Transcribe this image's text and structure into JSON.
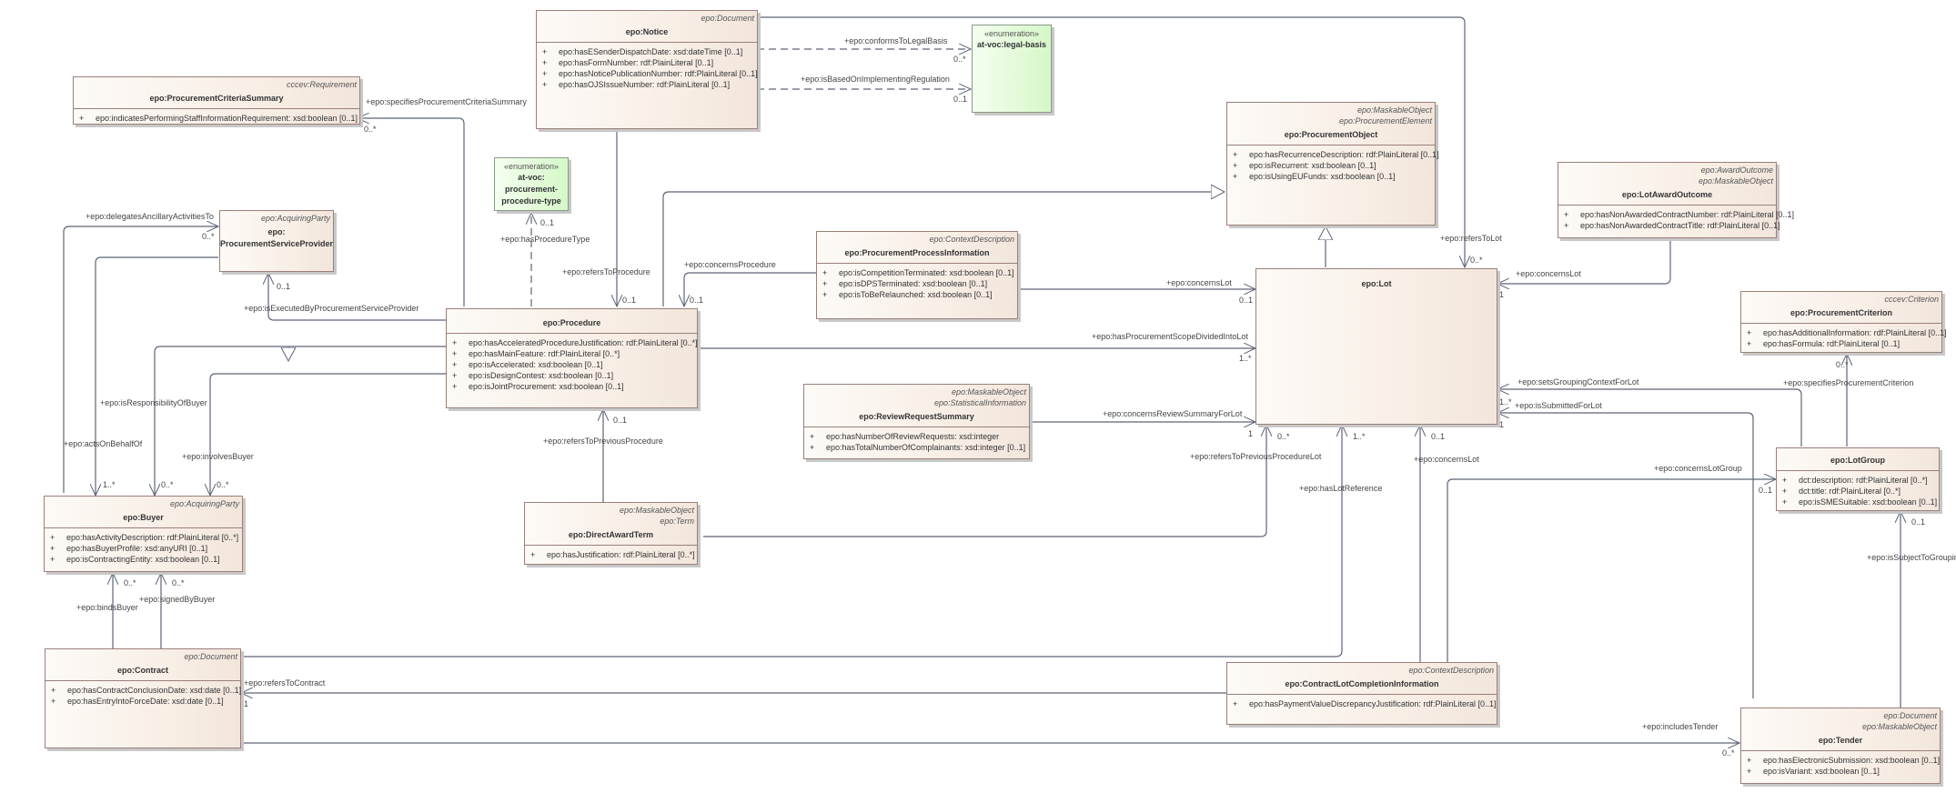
{
  "classes": {
    "notice": {
      "stereotypes": [
        "epo:Document"
      ],
      "name": "epo:Notice",
      "attributes": [
        {
          "vis": "+",
          "text": "epo:hasESenderDispatchDate: xsd:dateTime [0..1]"
        },
        {
          "vis": "+",
          "text": "epo:hasFormNumber: rdf:PlainLiteral [0..1]"
        },
        {
          "vis": "+",
          "text": "epo:hasNoticePublicationNumber: rdf:PlainLiteral [0..1]"
        },
        {
          "vis": "+",
          "text": "epo:hasOJSIssueNumber: rdf:PlainLiteral [0..1]"
        }
      ]
    },
    "legal_basis": {
      "stereotype": "«enumeration»",
      "name": "at-voc:legal-basis"
    },
    "procurement_criteria_summary": {
      "stereotypes": [
        "cccev:Requirement"
      ],
      "name": "epo:ProcurementCriteriaSummary",
      "attributes": [
        {
          "vis": "+",
          "text": "epo:indicatesPerformingStaffInformationRequirement: xsd:boolean [0..1]"
        }
      ]
    },
    "procedure_type": {
      "stereotype": "«enumeration»",
      "name_lines": [
        "at-voc:",
        "procurement-",
        "procedure-type"
      ]
    },
    "procurement_service_provider": {
      "stereotypes": [
        "epo:AcquiringParty"
      ],
      "name_lines": [
        "epo:",
        "ProcurementServiceProvider"
      ]
    },
    "procurement_object": {
      "stereotypes": [
        "epo:MaskableObject",
        "epo:ProcurementElement"
      ],
      "name": "epo:ProcurementObject",
      "attributes": [
        {
          "vis": "+",
          "text": "epo:hasRecurrenceDescription: rdf:PlainLiteral [0..1]"
        },
        {
          "vis": "+",
          "text": "epo:isRecurrent: xsd:boolean [0..1]"
        },
        {
          "vis": "+",
          "text": "epo:isUsingEUFunds: xsd:boolean [0..1]"
        }
      ]
    },
    "lot_award_outcome": {
      "stereotypes": [
        "epo:AwardOutcome",
        "epo:MaskableObject"
      ],
      "name": "epo:LotAwardOutcome",
      "attributes": [
        {
          "vis": "+",
          "text": "epo:hasNonAwardedContractNumber: rdf:PlainLiteral [0..1]"
        },
        {
          "vis": "+",
          "text": "epo:hasNonAwardedContractTitle: rdf:PlainLiteral [0..1]"
        }
      ]
    },
    "procurement_process_information": {
      "stereotypes": [
        "epo:ContextDescription"
      ],
      "name": "epo:ProcurementProcessInformation",
      "attributes": [
        {
          "vis": "+",
          "text": "epo:isCompetitionTerminated: xsd:boolean [0..1]"
        },
        {
          "vis": "+",
          "text": "epo:isDPSTerminated: xsd:boolean [0..1]"
        },
        {
          "vis": "+",
          "text": "epo:isToBeRelaunched: xsd:boolean [0..1]"
        }
      ]
    },
    "procedure": {
      "stereotypes": [],
      "name": "epo:Procedure",
      "attributes": [
        {
          "vis": "+",
          "text": "epo:hasAcceleratedProcedureJustification: rdf:PlainLiteral [0..*]"
        },
        {
          "vis": "+",
          "text": "epo:hasMainFeature: rdf:PlainLiteral [0..*]"
        },
        {
          "vis": "+",
          "text": "epo:isAccelerated: xsd:boolean [0..1]"
        },
        {
          "vis": "+",
          "text": "epo:isDesignContest: xsd:boolean [0..1]"
        },
        {
          "vis": "+",
          "text": "epo:isJointProcurement: xsd:boolean [0..1]"
        }
      ]
    },
    "lot": {
      "stereotypes": [],
      "name": "epo:Lot",
      "attributes": []
    },
    "procurement_criterion": {
      "stereotypes": [
        "cccev:Criterion"
      ],
      "name": "epo:ProcurementCriterion",
      "attributes": [
        {
          "vis": "+",
          "text": "epo:hasAdditionalInformation: rdf:PlainLiteral [0..1]"
        },
        {
          "vis": "+",
          "text": "epo:hasFormula: rdf:PlainLiteral [0..1]"
        }
      ]
    },
    "review_request_summary": {
      "stereotypes": [
        "epo:MaskableObject",
        "epo:StatisticalInformation"
      ],
      "name": "epo:ReviewRequestSummary",
      "attributes": [
        {
          "vis": "+",
          "text": "epo:hasNumberOfReviewRequests: xsd:integer"
        },
        {
          "vis": "+",
          "text": "epo:hasTotalNumberOfComplainants: xsd:integer [0..1]"
        }
      ]
    },
    "lot_group": {
      "stereotypes": [],
      "name": "epo:LotGroup",
      "attributes": [
        {
          "vis": "+",
          "text": "dct:description: rdf:PlainLiteral [0..*]"
        },
        {
          "vis": "+",
          "text": "dct:title: rdf:PlainLiteral [0..*]"
        },
        {
          "vis": "+",
          "text": "epo:isSMESuitable: xsd:boolean [0..1]"
        }
      ]
    },
    "buyer": {
      "stereotypes": [
        "epo:AcquiringParty"
      ],
      "name": "epo:Buyer",
      "attributes": [
        {
          "vis": "+",
          "text": "epo:hasActivityDescription: rdf:PlainLiteral [0..*]"
        },
        {
          "vis": "+",
          "text": "epo:hasBuyerProfile: xsd:anyURI [0..1]"
        },
        {
          "vis": "+",
          "text": "epo:isContractingEntity: xsd:boolean [0..1]"
        }
      ]
    },
    "direct_award_term": {
      "stereotypes": [
        "epo:MaskableObject",
        "epo:Term"
      ],
      "name": "epo:DirectAwardTerm",
      "attributes": [
        {
          "vis": "+",
          "text": "epo:hasJustification: rdf:PlainLiteral [0..*]"
        }
      ]
    },
    "contract": {
      "stereotypes": [
        "epo:Document"
      ],
      "name": "epo:Contract",
      "attributes": [
        {
          "vis": "+",
          "text": "epo:hasContractConclusionDate: xsd:date [0..1]"
        },
        {
          "vis": "+",
          "text": "epo:hasEntryIntoForceDate: xsd:date [0..1]"
        }
      ]
    },
    "contract_lot_completion_information": {
      "stereotypes": [
        "epo:ContextDescription"
      ],
      "name": "epo:ContractLotCompletionInformation",
      "attributes": [
        {
          "vis": "+",
          "text": "epo:hasPaymentValueDiscrepancyJustification: rdf:PlainLiteral [0..1]"
        }
      ]
    },
    "tender": {
      "stereotypes": [
        "epo:Document",
        "epo:MaskableObject"
      ],
      "name": "epo:Tender",
      "attributes": [
        {
          "vis": "+",
          "text": "epo:hasElectronicSubmission: xsd:boolean [0..1]"
        },
        {
          "vis": "+",
          "text": "epo:isVariant: xsd:boolean [0..1]"
        }
      ]
    }
  },
  "associations": [
    {
      "id": "conformsToLegalBasis",
      "label": "+epo:conformsToLegalBasis",
      "mult": "0..*"
    },
    {
      "id": "isBasedOnImplementingRegulation",
      "label": "+epo:isBasedOnImplementingRegulation",
      "mult": "0..1"
    },
    {
      "id": "specifiesProcurementCriteriaSummary",
      "label": "+epo:specifiesProcurementCriteriaSummary",
      "mult": "0..*"
    },
    {
      "id": "delegatesAncillaryActivitiesTo",
      "label": "+epo:delegatesAncillaryActivitiesTo",
      "mult": "0..*"
    },
    {
      "id": "isExecutedByProcurementServiceProvider",
      "label": "+epo:isExecutedByProcurementServiceProvider",
      "mult": "0..1"
    },
    {
      "id": "hasProcedureType",
      "label": "+epo:hasProcedureType",
      "mult": "0..1"
    },
    {
      "id": "refersToProcedure",
      "label": "+epo:refersToProcedure",
      "mult": "0..1"
    },
    {
      "id": "concernsProcedure",
      "label": "+epo:concernsProcedure",
      "mult": "0..1"
    },
    {
      "id": "refersToLot",
      "label": "+epo:refersToLot",
      "mult": "0..*"
    },
    {
      "id": "concernsLot_award",
      "label": "+epo:concernsLot",
      "mult": "1"
    },
    {
      "id": "concernsLot_ppi",
      "label": "+epo:concernsLot",
      "mult": "0..1"
    },
    {
      "id": "hasProcurementScopeDividedIntoLot",
      "label": "+epo:hasProcurementScopeDividedIntoLot",
      "mult": "1..*"
    },
    {
      "id": "concernsReviewSummaryForLot",
      "label": "+epo:concernsReviewSummaryForLot",
      "mult": "1"
    },
    {
      "id": "refersToPreviousProcedureLot",
      "label": "+epo:refersToPreviousProcedureLot",
      "mult": "0..*"
    },
    {
      "id": "hasLotReference",
      "label": "+epo:hasLotReference",
      "mult": "1..*"
    },
    {
      "id": "concernsLot_clci",
      "label": "+epo:concernsLot",
      "mult": "0..1"
    },
    {
      "id": "setsGroupingContextForLot",
      "label": "+epo:setsGroupingContextForLot",
      "mult": "1..*"
    },
    {
      "id": "isSubmittedForLot",
      "label": "+epo:isSubmittedForLot",
      "mult": "1"
    },
    {
      "id": "specifiesProcurementCriterion",
      "label": "+epo:specifiesProcurementCriterion",
      "mult": "0..*"
    },
    {
      "id": "concernsLotGroup",
      "label": "+epo:concernsLotGroup",
      "mult": "0..1"
    },
    {
      "id": "isSubjectToGrouping",
      "label": "+epo:isSubjectToGroupin",
      "mult": "0..1"
    },
    {
      "id": "isResponsibilityOfBuyer",
      "label": "+epo:isResponsibilityOfBuyer",
      "mult": "0..*"
    },
    {
      "id": "actsOnBehalfOf",
      "label": "+epo:actsOnBehalfOf",
      "mult": "1..*"
    },
    {
      "id": "involvesBuyer",
      "label": "+epo:involvesBuyer",
      "mult": "0..*"
    },
    {
      "id": "refersToPreviousProcedure",
      "label": "+epo:refersToPreviousProcedure",
      "mult": "0..1"
    },
    {
      "id": "bindsBuyer",
      "label": "+epo:bindsBuyer",
      "mult": "0..*"
    },
    {
      "id": "signedByBuyer",
      "label": "+epo:signedByBuyer",
      "mult": "0..*"
    },
    {
      "id": "refersToContract",
      "label": "+epo:refersToContract",
      "mult": "1"
    },
    {
      "id": "includesTender",
      "label": "+epo:includesTender",
      "mult": "0..*"
    }
  ],
  "colors": {
    "line": "#5d6478",
    "class_border": "#9a7f7a",
    "enum_fill": "#d6f7c8"
  }
}
